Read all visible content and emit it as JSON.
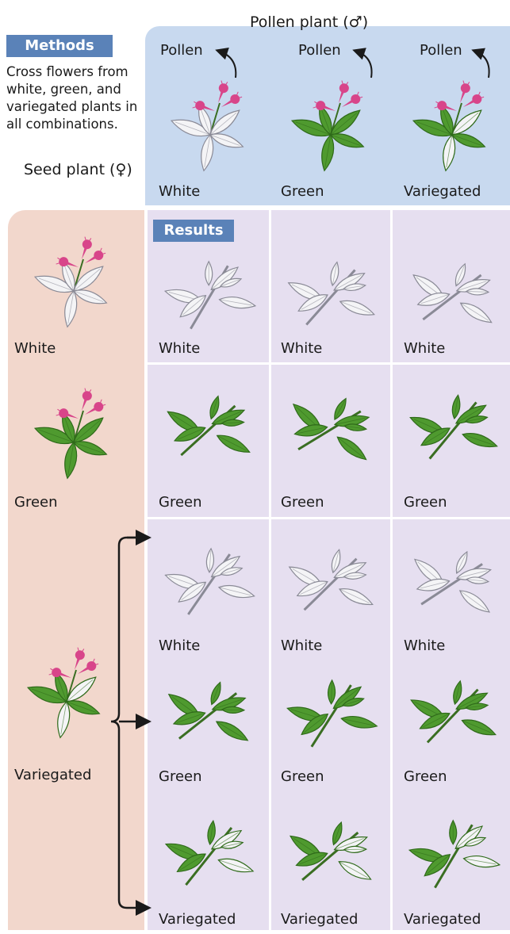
{
  "header": {
    "pollen_plant": "Pollen plant (♂)",
    "seed_plant": "Seed plant (♀)"
  },
  "methods": {
    "badge": "Methods",
    "text": "Cross flowers from white, green, and variegated plants in all combinations."
  },
  "results_badge": "Results",
  "pollen_row": {
    "pollen_label": "Pollen",
    "labels": [
      "White",
      "Green",
      "Variegated"
    ]
  },
  "seed_rows": {
    "white": "White",
    "green": "Green",
    "variegated": "Variegated"
  },
  "results": {
    "white_row": [
      "White",
      "White",
      "White"
    ],
    "green_row": [
      "Green",
      "Green",
      "Green"
    ],
    "variegated_white": [
      "White",
      "White",
      "White"
    ],
    "variegated_green": [
      "Green",
      "Green",
      "Green"
    ],
    "variegated_variegated": [
      "Variegated",
      "Variegated",
      "Variegated"
    ]
  },
  "colors": {
    "pollen_panel": "#c8d9ef",
    "seed_panel": "#f2d7cc",
    "results_cell": "#e6dff0",
    "badge": "#5a82b8",
    "green_leaf": "#4f9a2f",
    "white_leaf": "#f4f4f6",
    "flower": "#d8458a"
  }
}
